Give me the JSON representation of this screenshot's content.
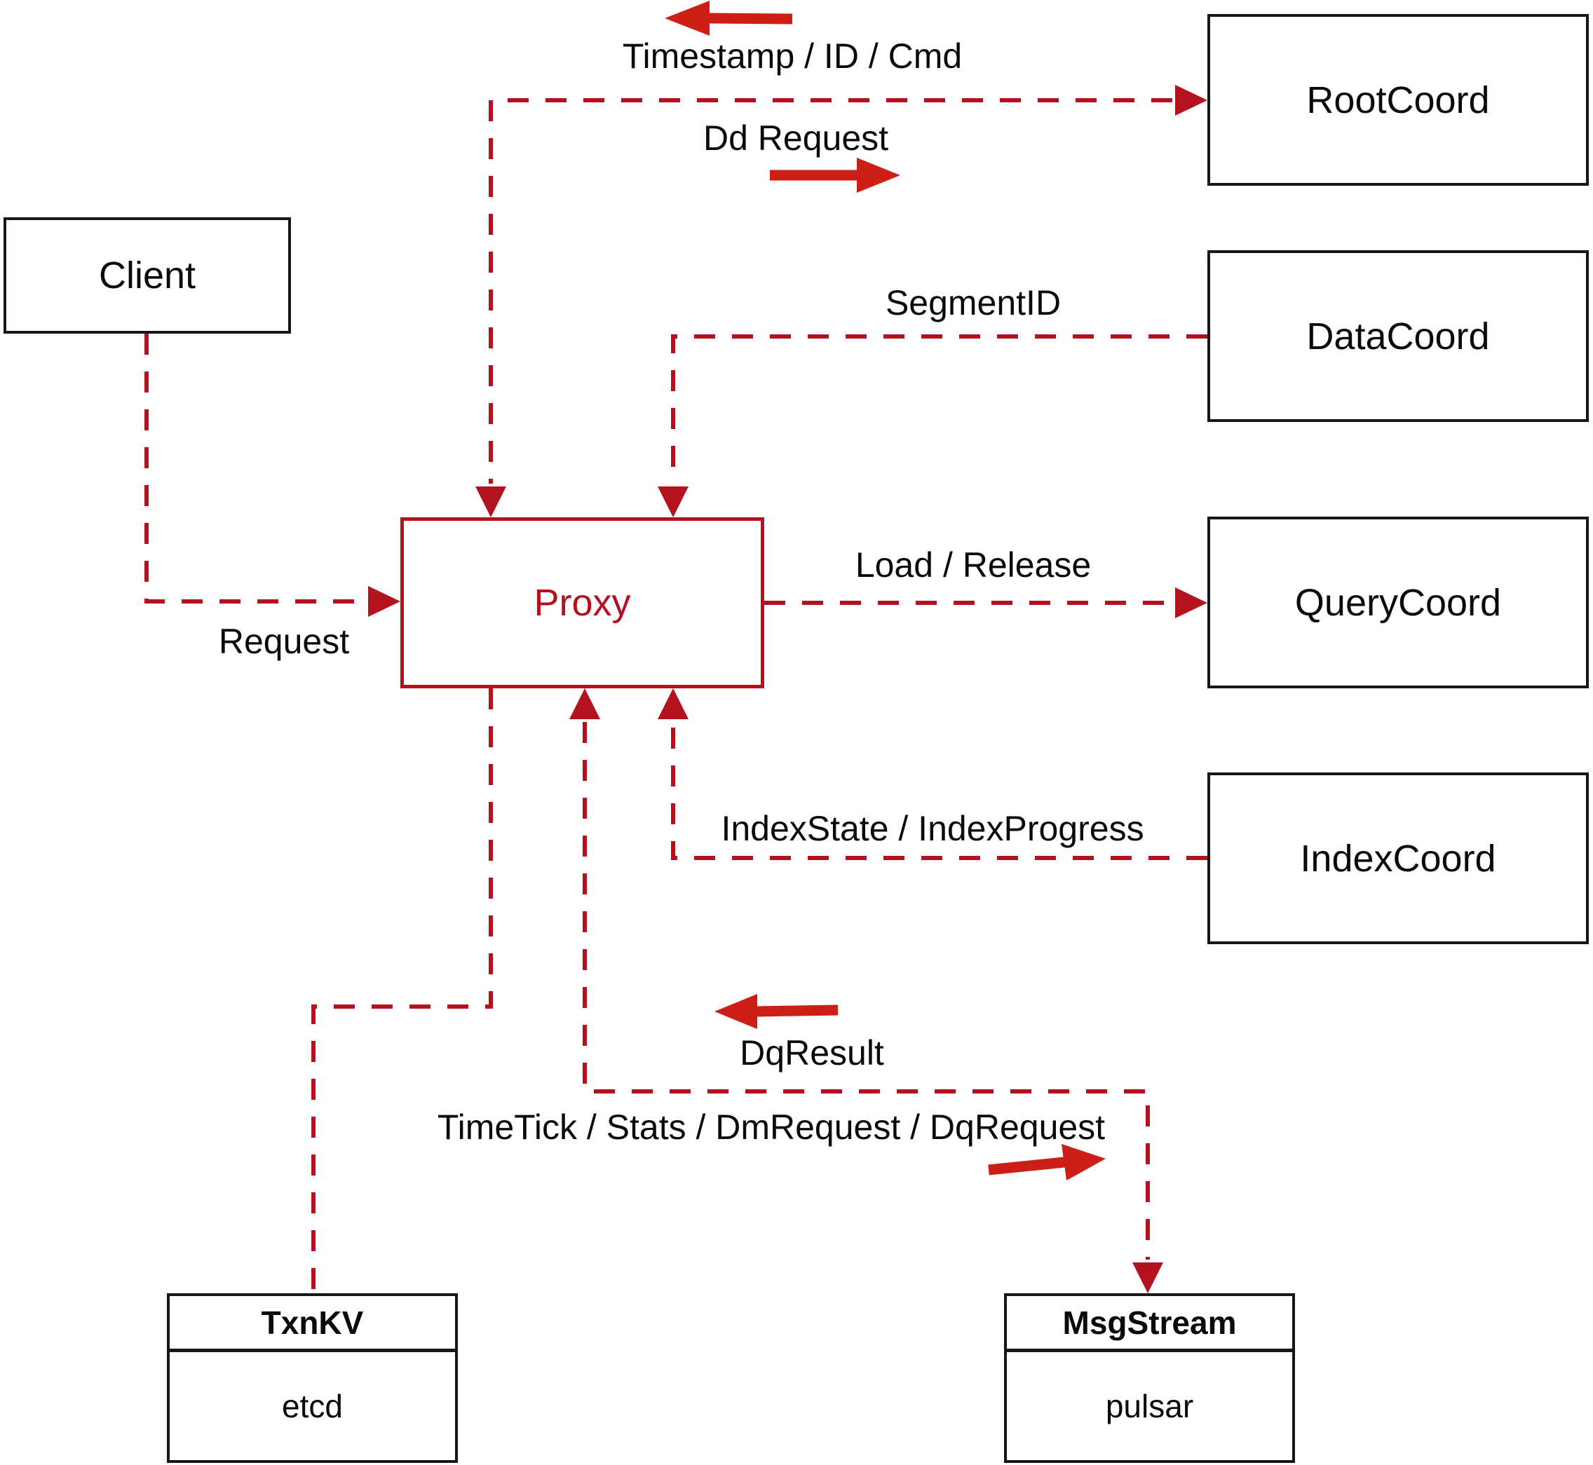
{
  "nodes": {
    "client": {
      "label": "Client"
    },
    "rootcoord": {
      "label": "RootCoord"
    },
    "datacoord": {
      "label": "DataCoord"
    },
    "querycoord": {
      "label": "QueryCoord"
    },
    "indexcoord": {
      "label": "IndexCoord"
    },
    "proxy": {
      "label": "Proxy"
    },
    "txnkv": {
      "title": "TxnKV",
      "impl": "etcd"
    },
    "msgstream": {
      "title": "MsgStream",
      "impl": "pulsar"
    }
  },
  "edges": {
    "client_proxy": {
      "label": "Request"
    },
    "proxy_rootcoord": {
      "label_response": "Timestamp / ID / Cmd",
      "label_request": "Dd Request"
    },
    "datacoord_proxy": {
      "label": "SegmentID"
    },
    "proxy_querycoord": {
      "label": "Load / Release"
    },
    "indexcoord_proxy": {
      "label": "IndexState / IndexProgress"
    },
    "proxy_msgstream": {
      "label_response": "DqResult",
      "label_request": "TimeTick / Stats / DmRequest / DqRequest"
    }
  },
  "colors": {
    "dashed_line": "#b5121f",
    "direction_arrow": "#cc2016",
    "box_border": "#161616",
    "text": "#0a0a0a",
    "proxy_accent": "#b5121f",
    "background": "#ffffff"
  }
}
